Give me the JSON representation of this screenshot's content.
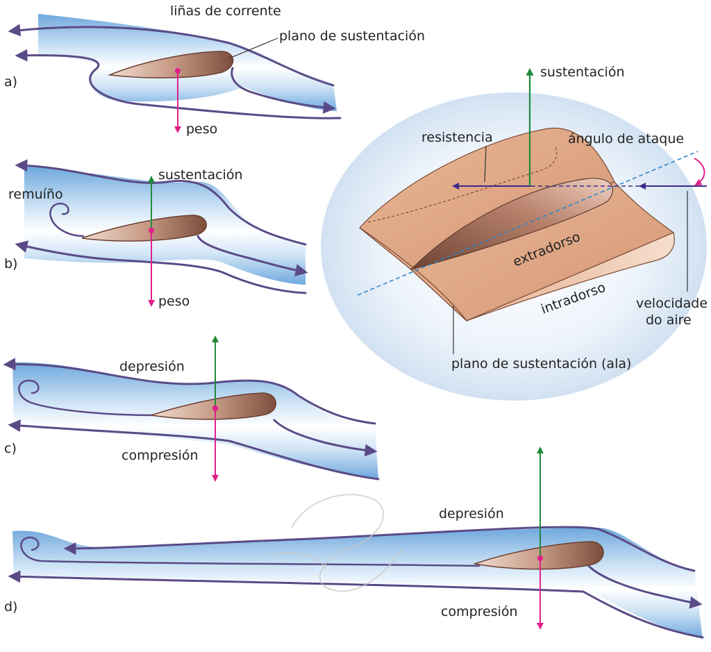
{
  "panel_a": {
    "letter": "a)",
    "streamlines_label": "liñas de corrente",
    "airfoil_label": "plano de sustentación",
    "weight_label": "peso"
  },
  "panel_b": {
    "letter": "b)",
    "lift_label": "sustentación",
    "vortex_label": "remuíño",
    "weight_label": "peso"
  },
  "panel_c": {
    "letter": "c)",
    "low_pressure_label": "depresión",
    "high_pressure_label": "compresión"
  },
  "panel_d": {
    "letter": "d)",
    "low_pressure_label": "depresión",
    "high_pressure_label": "compresión"
  },
  "wing": {
    "lift_label": "sustentación",
    "drag_label": "resistencia",
    "angle_of_attack_label": "ángulo de ataque",
    "upper_surface_label": "extradorso",
    "lower_surface_label": "intradorso",
    "air_speed_label_line1": "velocidade",
    "air_speed_label_line2": "do aire",
    "wing_label": "plano de sustentación (ala)"
  },
  "colors": {
    "flow_blue": "#7fb6e6",
    "streamline": "#5a4a86",
    "lift_arrow": "#1f8a3a",
    "weight_arrow": "#e0208a",
    "wing_tan": "#d9a27f",
    "airfoil_brown": "#8a5a48",
    "velocity_arrow": "#3e2a8a",
    "chord_line": "#2b86c8"
  }
}
